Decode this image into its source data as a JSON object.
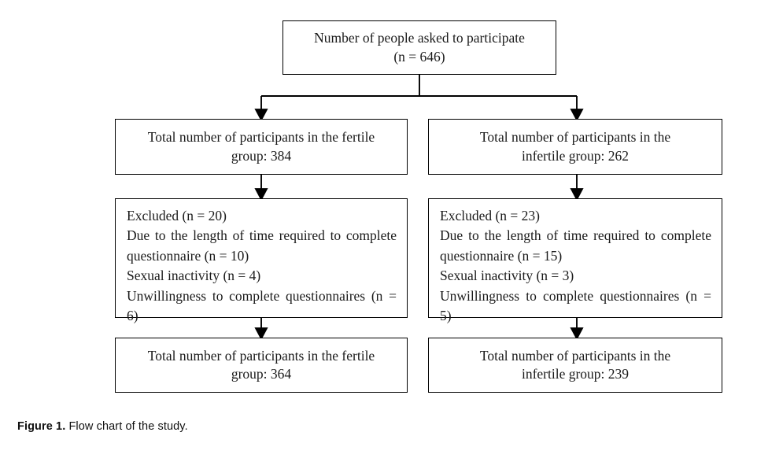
{
  "figure": {
    "caption_label": "Figure 1.",
    "caption_text": " Flow chart of the study.",
    "background_color": "#ffffff",
    "line_color": "#000000",
    "text_color": "#1a1a1a"
  },
  "chart_data": {
    "type": "diagram",
    "subtype": "flow-chart",
    "title": "Flow chart of the study",
    "orientation": "top-down",
    "nodes": [
      {
        "id": "enrollment",
        "level": 0,
        "lines": [
          "Number of people asked to participate",
          "(n = 646)"
        ],
        "value": 646
      },
      {
        "id": "fertile-group",
        "level": 1,
        "column": "left",
        "lines": [
          "Total number of participants in the fertile",
          "group: 384"
        ],
        "value": 384
      },
      {
        "id": "infertile-group",
        "level": 1,
        "column": "right",
        "lines": [
          "Total number of participants in the",
          "infertile group: 262"
        ],
        "value": 262
      },
      {
        "id": "excluded-fertile",
        "level": 2,
        "column": "left",
        "lines": [
          "Excluded (n = 20)",
          "Due to the length of time required to complete questionnaire (n = 10)",
          "Sexual inactivity (n = 4)",
          "Unwillingness to complete questionnaires (n = 6)"
        ],
        "value": 20,
        "reasons": [
          {
            "label": "Due to the length of time required to complete questionnaire",
            "n": 10
          },
          {
            "label": "Sexual inactivity",
            "n": 4
          },
          {
            "label": "Unwillingness to complete questionnaires",
            "n": 6
          }
        ]
      },
      {
        "id": "excluded-infertile",
        "level": 2,
        "column": "right",
        "lines": [
          "Excluded (n = 23)",
          "Due to the length of time required to complete questionnaire (n = 15)",
          "Sexual inactivity (n = 3)",
          "Unwillingness to complete questionnaires (n = 5)"
        ],
        "value": 23,
        "reasons": [
          {
            "label": "Due to the length of time required to complete questionnaire",
            "n": 15
          },
          {
            "label": "Sexual inactivity",
            "n": 3
          },
          {
            "label": "Unwillingness to complete questionnaires",
            "n": 5
          }
        ]
      },
      {
        "id": "fertile-final",
        "level": 3,
        "column": "left",
        "lines": [
          "Total number of participants in the fertile",
          "group: 364"
        ],
        "value": 364
      },
      {
        "id": "infertile-final",
        "level": 3,
        "column": "right",
        "lines": [
          "Total number of participants in the",
          "infertile group: 239"
        ],
        "value": 239
      }
    ],
    "edges": [
      {
        "from": "enrollment",
        "to": "fertile-group",
        "arrow": true
      },
      {
        "from": "enrollment",
        "to": "infertile-group",
        "arrow": true
      },
      {
        "from": "fertile-group",
        "to": "excluded-fertile",
        "arrow": true
      },
      {
        "from": "infertile-group",
        "to": "excluded-infertile",
        "arrow": true
      },
      {
        "from": "excluded-fertile",
        "to": "fertile-final",
        "arrow": true
      },
      {
        "from": "excluded-infertile",
        "to": "infertile-final",
        "arrow": true
      }
    ]
  },
  "boxes": {
    "top": {
      "line1": "Number of people asked to participate",
      "line2": "(n = 646)"
    },
    "fertile": {
      "line1": "Total number of participants in the fertile",
      "line2": "group: 384"
    },
    "infertile": {
      "line1": "Total number of participants in the",
      "line2": "infertile group: 262"
    },
    "excluded_left": {
      "line1": "Excluded (n = 20)",
      "line2": "Due to the length of time required to complete questionnaire (n = 10)",
      "line3": "Sexual inactivity (n = 4)",
      "line4": "Unwillingness to complete questionnaires (n = 6)"
    },
    "excluded_right": {
      "line1": "Excluded (n = 23)",
      "line2": "Due to the length of time required to complete questionnaire (n = 15)",
      "line3": "Sexual inactivity (n = 3)",
      "line4": "Unwillingness to complete questionnaires (n = 5)"
    },
    "fertile_final": {
      "line1": "Total number of participants in the fertile",
      "line2": "group: 364"
    },
    "infertile_final": {
      "line1": "Total number of participants in the",
      "line2": "infertile group: 239"
    }
  }
}
